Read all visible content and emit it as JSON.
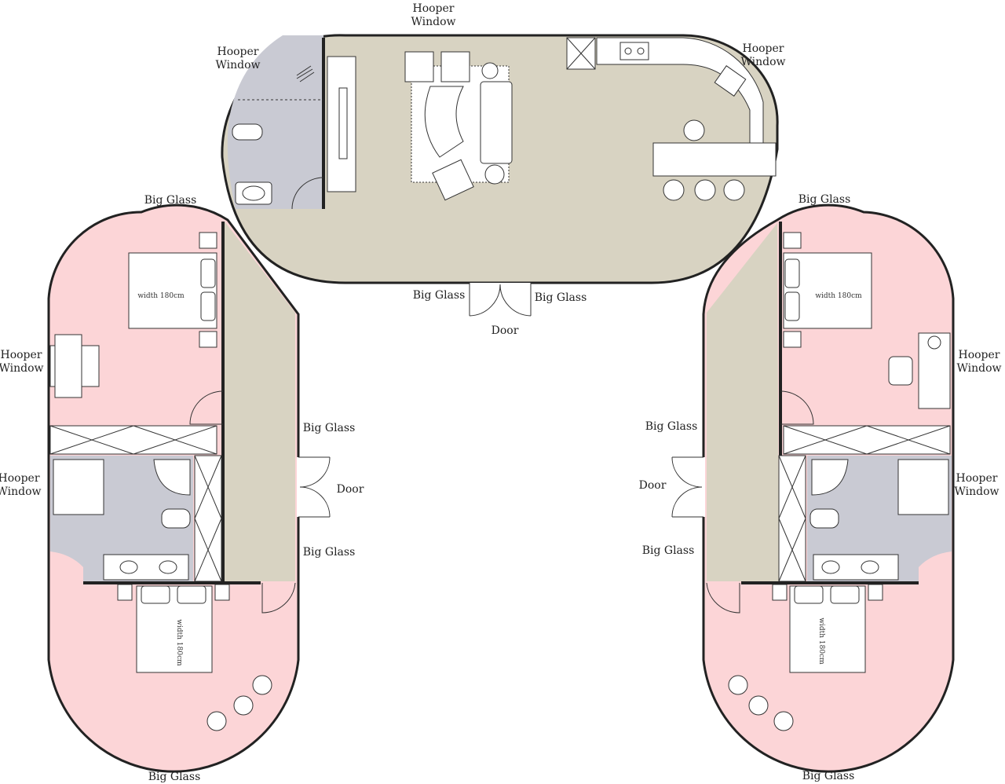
{
  "colors": {
    "living": "#d8d3c2",
    "bedroom": "#fcd5d7",
    "bath": "#c9cad3",
    "corridor": "#d8d3c2",
    "wall": "#222222",
    "furniture": "#ffffff"
  },
  "labels": {
    "top_window": [
      "Hooper",
      "Window"
    ],
    "top_left_window": [
      "Hooper",
      "Window"
    ],
    "top_right_window": [
      "Hooper",
      "Window"
    ],
    "left_upper_window": [
      "Hooper",
      "Window"
    ],
    "left_lower_window": [
      "Hooper",
      "Window"
    ],
    "right_upper_window": [
      "Hooper",
      "Window"
    ],
    "right_lower_window": [
      "Hooper",
      "Window"
    ],
    "big_glass_left_top": "Big Glass",
    "big_glass_right_top": "Big Glass",
    "big_glass_center_left": "Big Glass",
    "big_glass_center_right": "Big Glass",
    "door_center": "Door",
    "big_glass_left_wing_upper": "Big Glass",
    "big_glass_left_wing_lower": "Big Glass",
    "door_left_wing": "Door",
    "big_glass_right_wing_upper": "Big Glass",
    "big_glass_right_wing_lower": "Big Glass",
    "door_right_wing": "Door",
    "big_glass_bottom_left": "Big Glass",
    "big_glass_bottom_right": "Big Glass"
  },
  "beds": {
    "left_upper": "width 180cm",
    "right_upper": "width 180cm",
    "left_lower": "width 180cm",
    "right_lower": "width 180cm"
  }
}
